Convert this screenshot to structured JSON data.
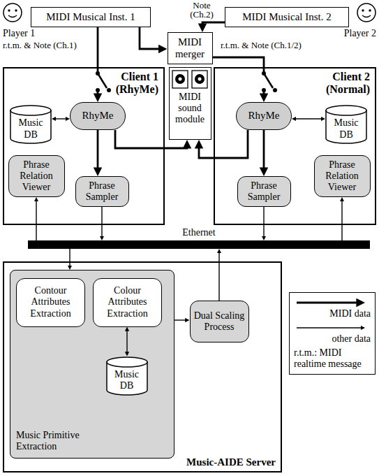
{
  "diagram": {
    "nodes": [
      {
        "text": [
          "MIDI Musical Inst. 1"
        ]
      },
      {
        "text": [
          "MIDI Musical Inst. 2"
        ]
      },
      {
        "text": [
          "MIDI merger"
        ]
      },
      {
        "text": [
          "Client 1",
          "(RhyMe)"
        ]
      },
      {
        "text": [
          "Music DB"
        ],
        "in": 3
      },
      {
        "text": [
          "RhyMe"
        ],
        "in": 3
      },
      {
        "text": [
          "Phrase Relation Viewer"
        ],
        "in": 3
      },
      {
        "text": [
          "Phrase Sampler"
        ],
        "in": 3
      },
      {
        "text": [
          "MIDI sound module"
        ]
      },
      {
        "text": [
          "Client 2",
          "(Normal)"
        ]
      },
      {
        "text": [
          "RhyMe"
        ],
        "in": 9
      },
      {
        "text": [
          "Music DB"
        ],
        "in": 9
      },
      {
        "text": [
          "Phrase Relation Viewer"
        ],
        "in": 9
      },
      {
        "text": [
          "Phrase Sampler"
        ],
        "in": 9
      },
      {
        "text": [
          "Ethernet"
        ]
      },
      {
        "text": [
          "Music-AIDE Server"
        ]
      },
      {
        "text": [
          "Music Primitive Extraction"
        ],
        "in": 15
      },
      {
        "text": [
          "Contour Attributes Extraction"
        ],
        "in": 16
      },
      {
        "text": [
          "Colour Attributes Extraction"
        ],
        "in": 16
      },
      {
        "text": [
          "Music DB"
        ],
        "in": 16
      },
      {
        "text": [
          "Dual Scaling Process"
        ],
        "in": 15
      }
    ],
    "edges": [
      {
        "from": 0,
        "to": 5,
        "arrow": "to"
      },
      {
        "from": 0,
        "to": 2,
        "arrow": "to"
      },
      {
        "from": 1,
        "to": 2,
        "arrow": "to"
      },
      {
        "from": 2,
        "to": 10,
        "arrow": "to"
      },
      {
        "from": 4,
        "to": 5,
        "arrow": "both"
      },
      {
        "from": 5,
        "to": 7,
        "arrow": "to"
      },
      {
        "from": 5,
        "to": 8,
        "arrow": "to"
      },
      {
        "from": 10,
        "to": 11,
        "arrow": "both"
      },
      {
        "from": 10,
        "to": 13,
        "arrow": "to"
      },
      {
        "from": 10,
        "to": 8,
        "arrow": "to"
      },
      {
        "from": 7,
        "to": 14,
        "arrow": "to"
      },
      {
        "from": 13,
        "to": 14,
        "arrow": "to"
      },
      {
        "from": 14,
        "to": 6,
        "arrow": "to"
      },
      {
        "from": 14,
        "to": 12,
        "arrow": "to"
      },
      {
        "from": 14,
        "to": 16,
        "arrow": "to"
      },
      {
        "from": 16,
        "to": 20,
        "arrow": "to"
      },
      {
        "from": 20,
        "to": 14,
        "arrow": "to"
      },
      {
        "from": 18,
        "to": 19,
        "arrow": "both"
      }
    ],
    "labels": [
      "Note (Ch.2)",
      "Player 1",
      "Player 2",
      "r.t.m. & Note (Ch.1)",
      "r.t.m. & Note (Ch.1/2)",
      "r.t.m.: MIDI realtime message"
    ],
    "legend": [
      {
        "text": "MIDI data"
      },
      {
        "text": "other data"
      }
    ]
  }
}
